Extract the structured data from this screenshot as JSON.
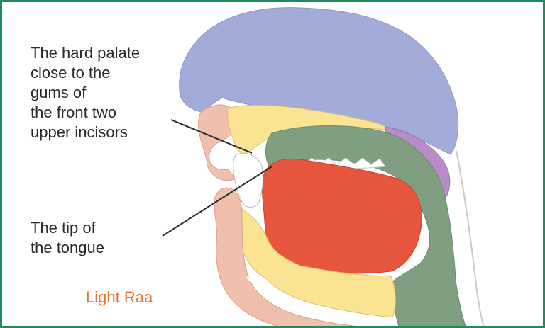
{
  "labels": {
    "hard_palate": {
      "lines": [
        "The hard palate",
        "close to the",
        "gums of",
        "the front two",
        "upper incisors"
      ]
    },
    "tongue_tip": {
      "lines": [
        "The tip of",
        "the tongue"
      ]
    }
  },
  "caption": "Light Raa",
  "colors": {
    "frame": "#1f8a5a",
    "nasal_cavity": "#a3acd9",
    "skin": "#f1c0ac",
    "hard_palate": "#fbe394",
    "soft_palate": "#b98bc8",
    "pharynx_tongue_back": "#7f9f80",
    "oral_cavity": "#e8553d",
    "jaw": "#fbe394",
    "teeth": "#ffffff",
    "caption": "#e87434"
  }
}
